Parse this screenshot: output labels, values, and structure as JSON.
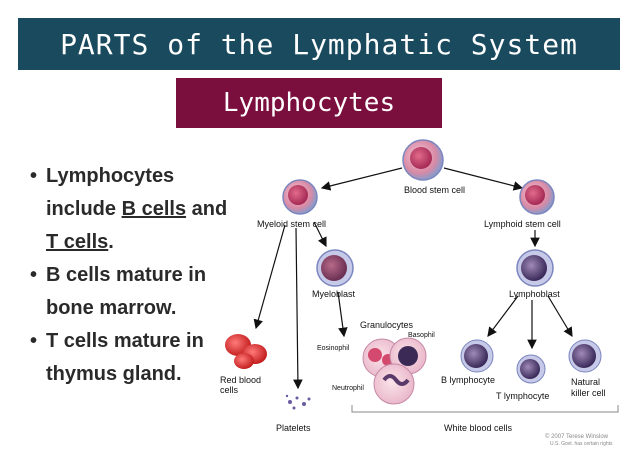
{
  "title": "PARTS of the Lymphatic System",
  "subtitle": "Lymphocytes",
  "bullets": {
    "b1_pre": "Lymphocytes include ",
    "b1_u1": "B cells",
    "b1_mid": " and ",
    "b1_u2": "T cells",
    "b1_post": ".",
    "b2": "B cells mature in bone marrow.",
    "b3": "T cells mature in thymus gland."
  },
  "diagram": {
    "blood_stem_cell": "Blood stem cell",
    "myeloid_stem_cell": "Myeloid stem cell",
    "lymphoid_stem_cell": "Lymphoid stem cell",
    "myeloblast": "Myeloblast",
    "lymphoblast": "Lymphoblast",
    "granulocytes": "Granulocytes",
    "eosinophil": "Eosinophil",
    "basophil": "Basophil",
    "neutrophil": "Neutrophil",
    "red_blood_cells_1": "Red blood",
    "red_blood_cells_2": "cells",
    "platelets": "Platelets",
    "white_blood_cells": "White blood cells",
    "b_lymphocyte": "B lymphocyte",
    "t_lymphocyte": "T lymphocyte",
    "natural_killer_1": "Natural",
    "natural_killer_2": "killer cell",
    "copyright_1": "© 2007 Terese Winslow",
    "copyright_2": "U.S. Govt. has certain rights"
  }
}
